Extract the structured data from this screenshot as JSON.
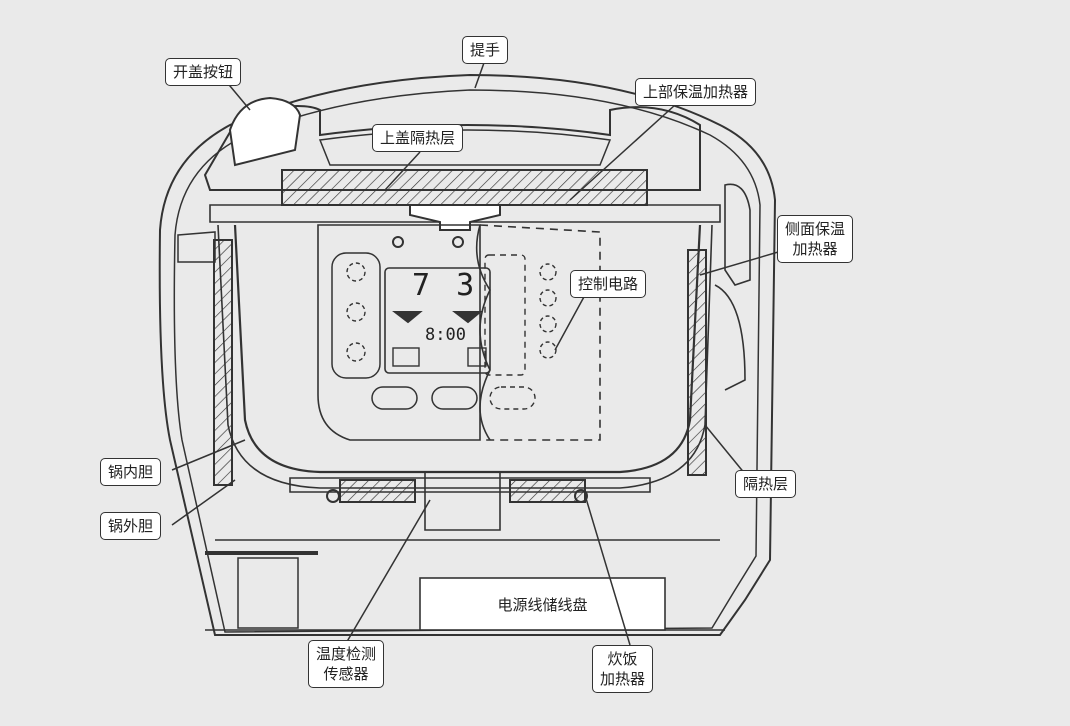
{
  "labels": {
    "handle": "提手",
    "lid_button": "开盖按钮",
    "top_warmer": "上部保温加热器",
    "lid_insulation": "上盖隔热层",
    "side_warmer": "侧面保温\n加热器",
    "control_circuit": "控制电路",
    "inner_pot": "锅内胆",
    "outer_pot": "锅外胆",
    "insulation_layer": "隔热层",
    "cord_reel": "电源线储线盘",
    "temp_sensor": "温度检测\n传感器",
    "cook_heater": "炊饭\n加热器"
  },
  "display": {
    "number": "7 3",
    "time": "8:00"
  },
  "colors": {
    "line": "#333333",
    "background": "#eaeaea"
  }
}
